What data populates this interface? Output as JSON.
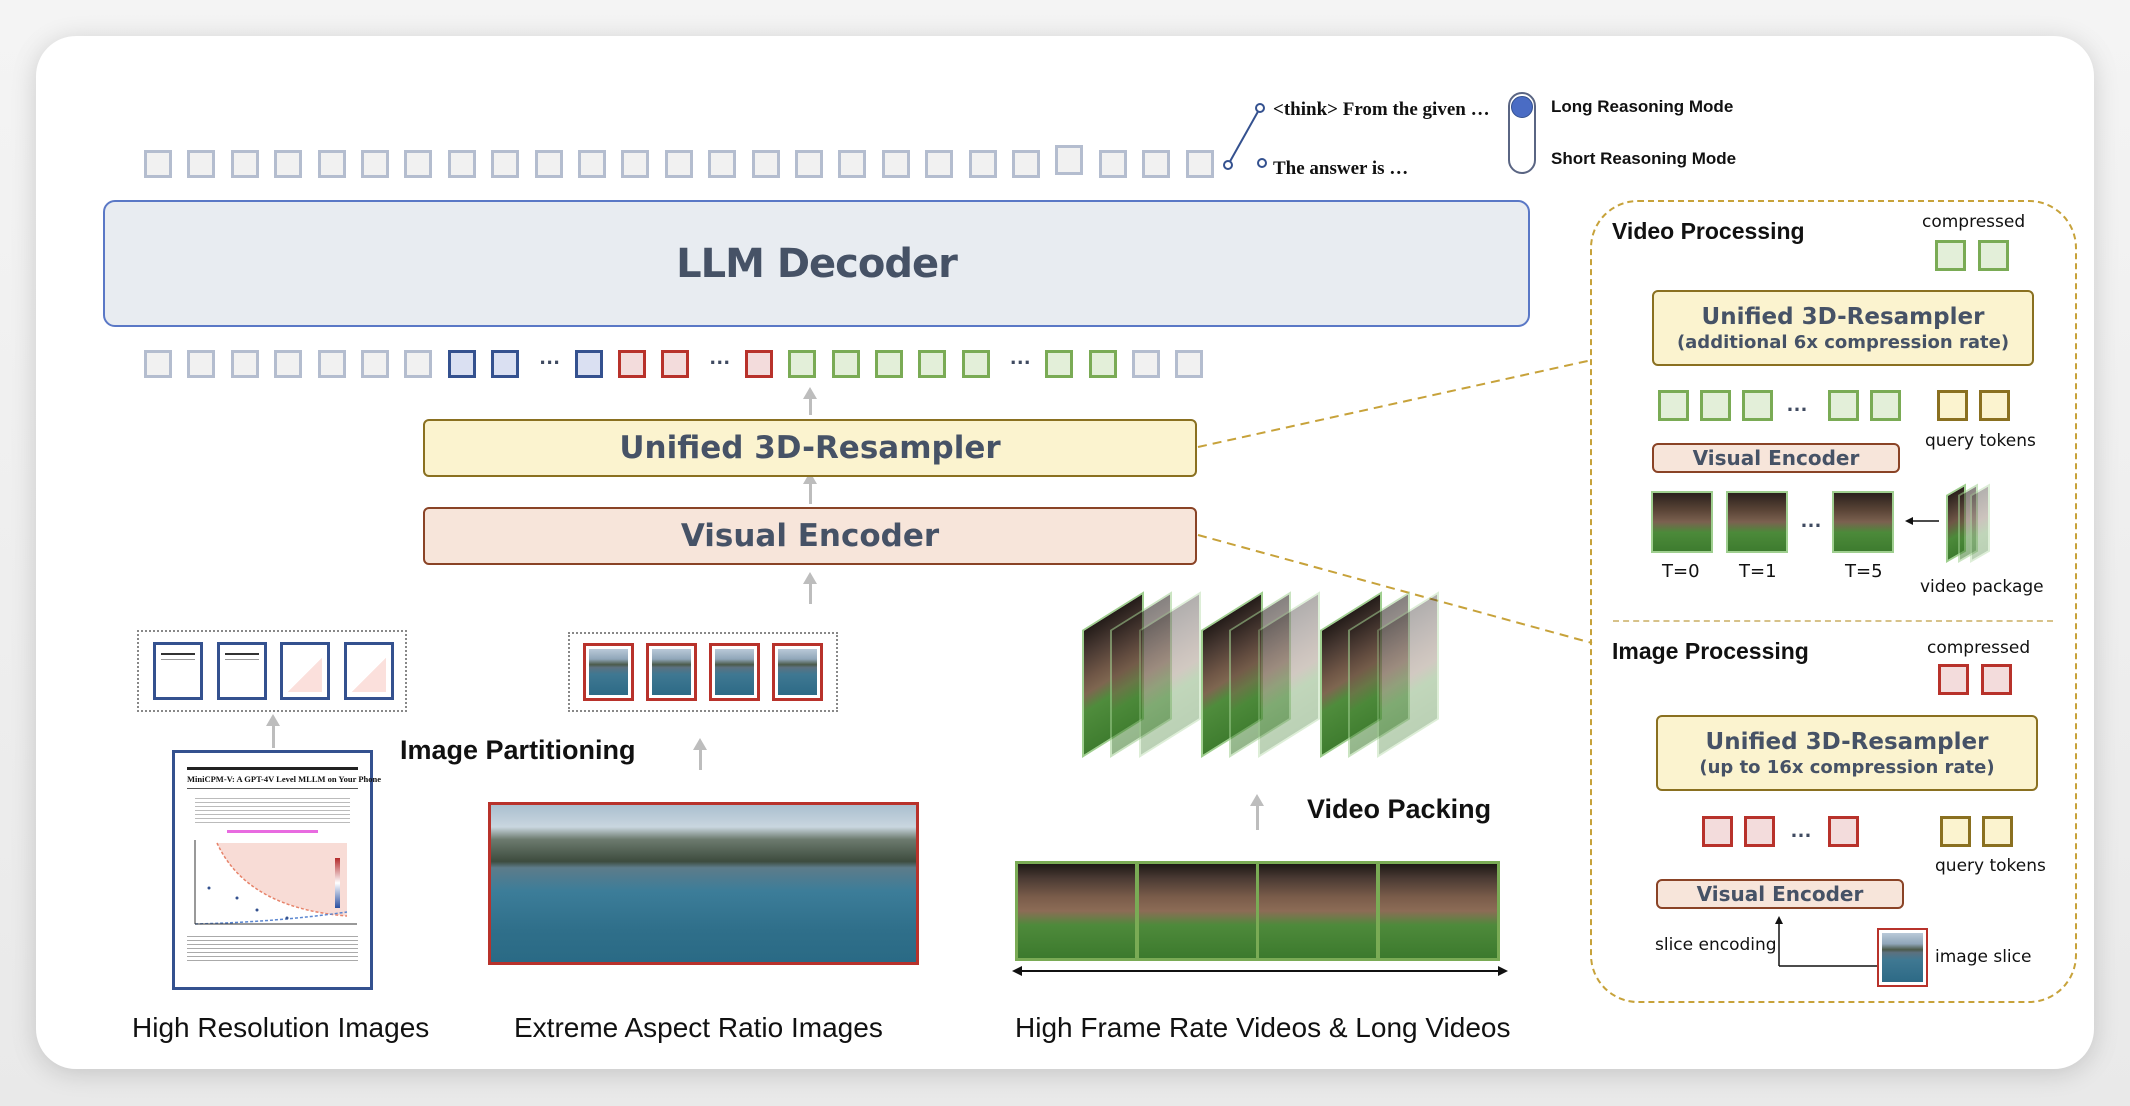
{
  "reasoning": {
    "long_output": "<think> From the given …",
    "short_output": "The answer is …",
    "modes": [
      {
        "label": "Long Reasoning Mode",
        "selected": true
      },
      {
        "label": "Short Reasoning Mode",
        "selected": false
      }
    ]
  },
  "decoder": {
    "title": "LLM Decoder"
  },
  "pipeline": {
    "resampler": "Unified 3D-Resampler",
    "encoder": "Visual Encoder",
    "ellipsis": "…"
  },
  "token_row": {
    "sequence": [
      "gray",
      "gray",
      "gray",
      "gray",
      "gray",
      "gray",
      "gray",
      "blue",
      "blue",
      "dots",
      "blue",
      "red",
      "red",
      "dots",
      "red",
      "green",
      "green",
      "green",
      "green",
      "green",
      "dots",
      "green",
      "green",
      "gray",
      "gray"
    ]
  },
  "output_tokens": {
    "count": 25
  },
  "inputs": {
    "image_partitioning": "Image Partitioning",
    "video_packing": "Video Packing",
    "doc_title": "MiniCPM-V: A GPT-4V Level MLLM on Your Phone",
    "captions": [
      "High Resolution Images",
      "Extreme Aspect Ratio Images",
      "High Frame Rate Videos & Long Videos"
    ]
  },
  "video_processing": {
    "title": "Video Processing",
    "compressed_label": "compressed",
    "resampler_title": "Unified 3D-Resampler",
    "resampler_subtitle": "(additional 6x compression rate)",
    "query_tokens_label": "query tokens",
    "encoder": "Visual Encoder",
    "frame_labels": [
      "T=0",
      "T=1",
      "T=5"
    ],
    "package_label": "video package"
  },
  "image_processing": {
    "title": "Image Processing",
    "compressed_label": "compressed",
    "resampler_title": "Unified 3D-Resampler",
    "resampler_subtitle": "(up to 16x compression rate)",
    "query_tokens_label": "query tokens",
    "encoder": "Visual Encoder",
    "slice_encoding_label": "slice encoding",
    "image_slice_label": "image slice"
  },
  "colors": {
    "vision_blue": "#34518f",
    "image_red": "#b8322b",
    "video_green": "#7aab55",
    "query_gold": "#8a7020",
    "panel_dash": "#c7a23a",
    "decoder_border": "#5a78c6"
  }
}
